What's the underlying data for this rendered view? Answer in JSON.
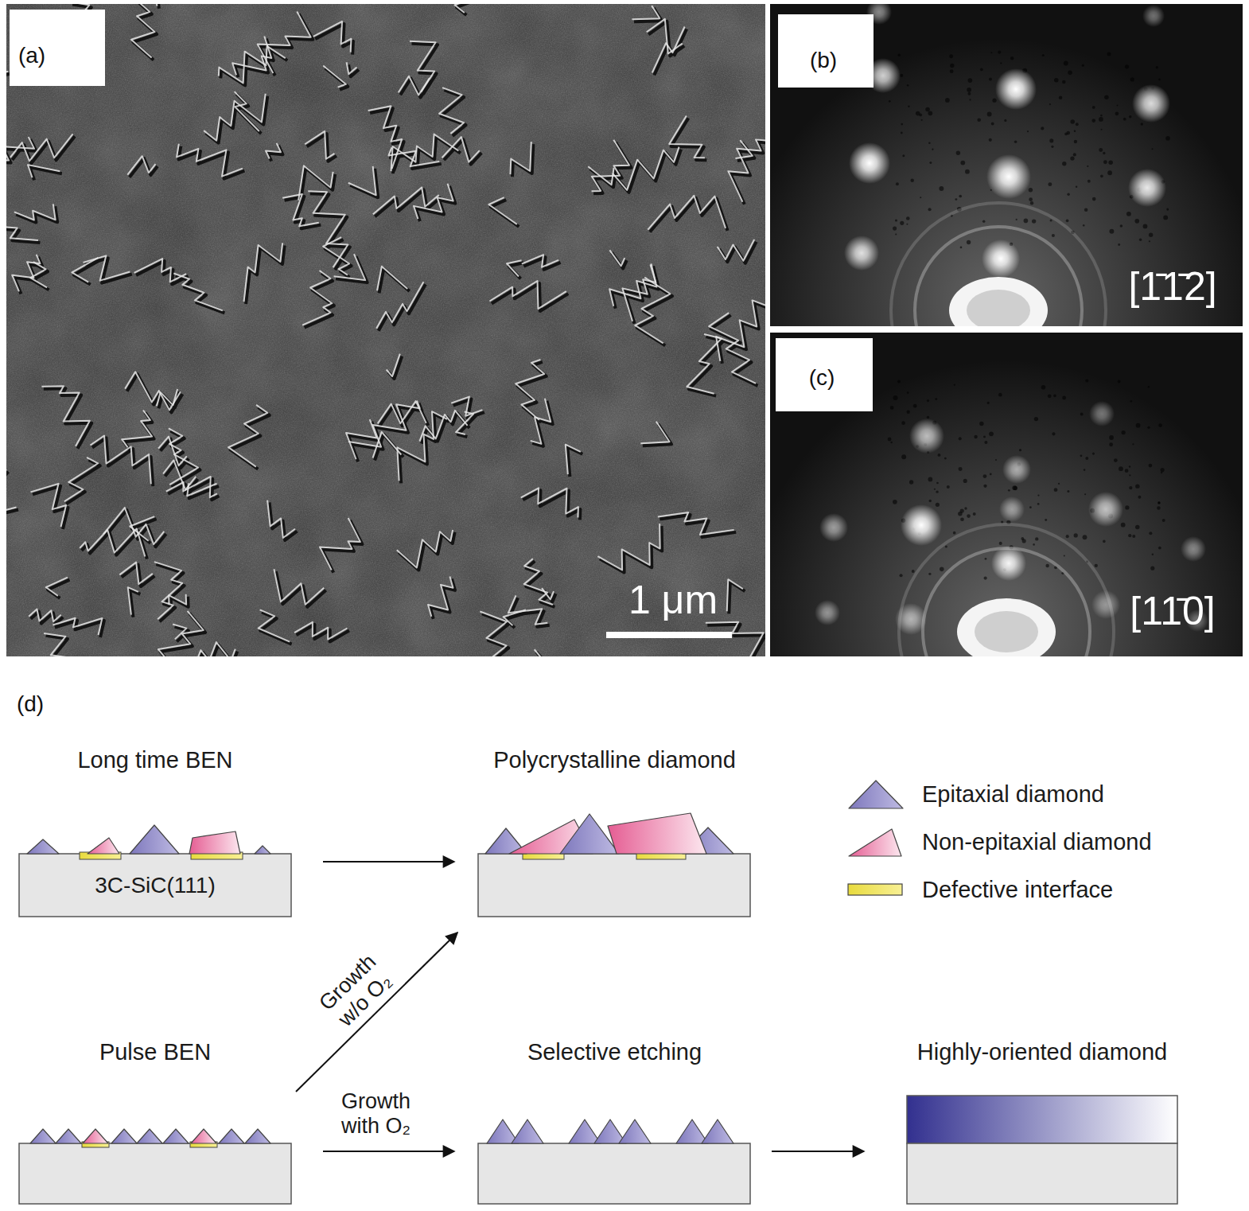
{
  "diagram": {
    "nodes": [
      {
        "text": [
          "Long time BEN",
          "3C-SiC(111)"
        ]
      },
      {
        "text": [
          "Polycrystalline diamond"
        ]
      },
      {
        "text": [
          "Pulse BEN"
        ]
      },
      {
        "text": [
          "Selective etching"
        ]
      },
      {
        "text": [
          "Highly-oriented diamond"
        ]
      }
    ],
    "edges": [
      {
        "from": 0,
        "to": 1,
        "arrow": "to"
      },
      {
        "from": 2,
        "to": 1,
        "label": "Growth w/o O₂",
        "arrow": "to"
      },
      {
        "from": 2,
        "to": 3,
        "label": "Growth with O₂",
        "arrow": "to"
      },
      {
        "from": 3,
        "to": 4,
        "arrow": "to"
      }
    ],
    "labels": [
      "(a)",
      "(b)",
      "(c)",
      "1 μm",
      "[1̄1̄2]",
      "[11̄0]",
      "(d)"
    ],
    "legend": [
      {
        "text": "Epitaxial diamond",
        "color": "#8a84cc"
      },
      {
        "text": "Non-epitaxial diamond",
        "color": "#ee5f96"
      },
      {
        "text": "Defective interface",
        "color": "#f2e43c"
      }
    ]
  }
}
